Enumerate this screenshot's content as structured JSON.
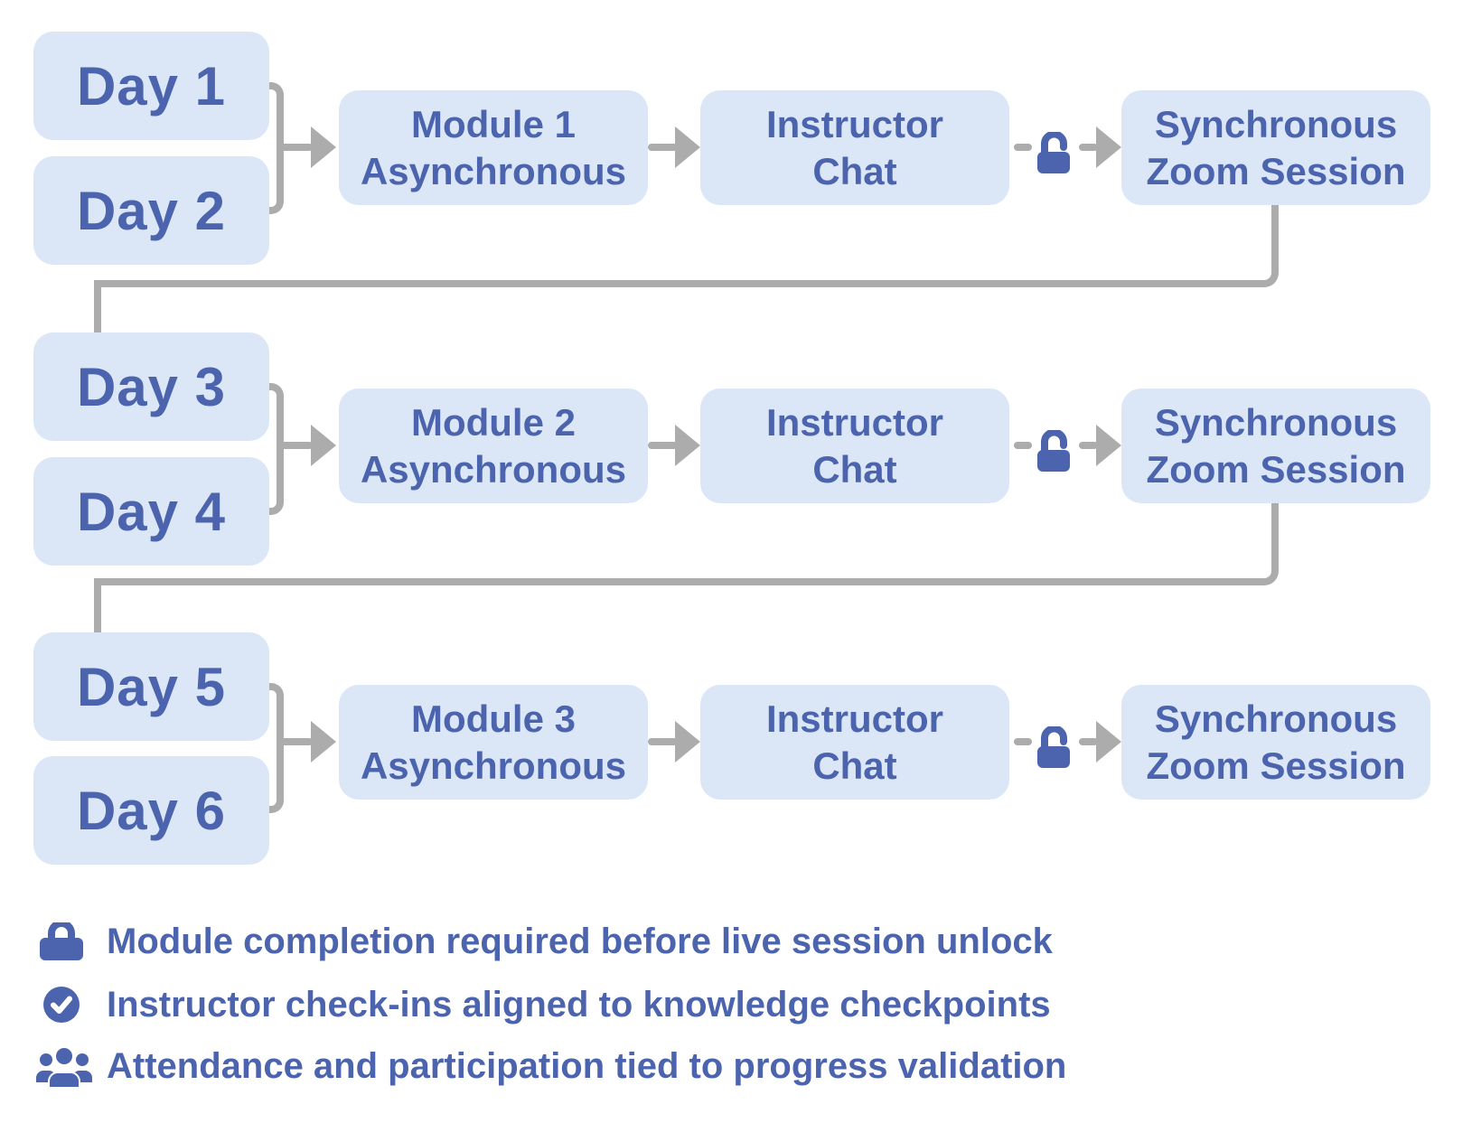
{
  "rows": [
    {
      "day_top": "Day 1",
      "day_bottom": "Day 2",
      "module_line1": "Module 1",
      "module_line2": "Asynchronous",
      "chat_line1": "Instructor",
      "chat_line2": "Chat",
      "session_line1": "Synchronous",
      "session_line2": "Zoom Session"
    },
    {
      "day_top": "Day 3",
      "day_bottom": "Day 4",
      "module_line1": "Module 2",
      "module_line2": "Asynchronous",
      "chat_line1": "Instructor",
      "chat_line2": "Chat",
      "session_line1": "Synchronous",
      "session_line2": "Zoom Session"
    },
    {
      "day_top": "Day 5",
      "day_bottom": "Day 6",
      "module_line1": "Module 3",
      "module_line2": "Asynchronous",
      "chat_line1": "Instructor",
      "chat_line2": "Chat",
      "session_line1": "Synchronous",
      "session_line2": "Zoom Session"
    }
  ],
  "legend": [
    {
      "icon": "lock-icon",
      "label": "Module completion required before live session unlock"
    },
    {
      "icon": "check-circle-icon",
      "label": "Instructor check-ins aligned to knowledge checkpoints"
    },
    {
      "icon": "users-icon",
      "label": "Attendance and participation tied to progress validation"
    }
  ],
  "colors": {
    "box_fill": "#dbe7f6",
    "text": "#4b64ad",
    "icon": "#4b64ad",
    "connector": "#acacac"
  }
}
